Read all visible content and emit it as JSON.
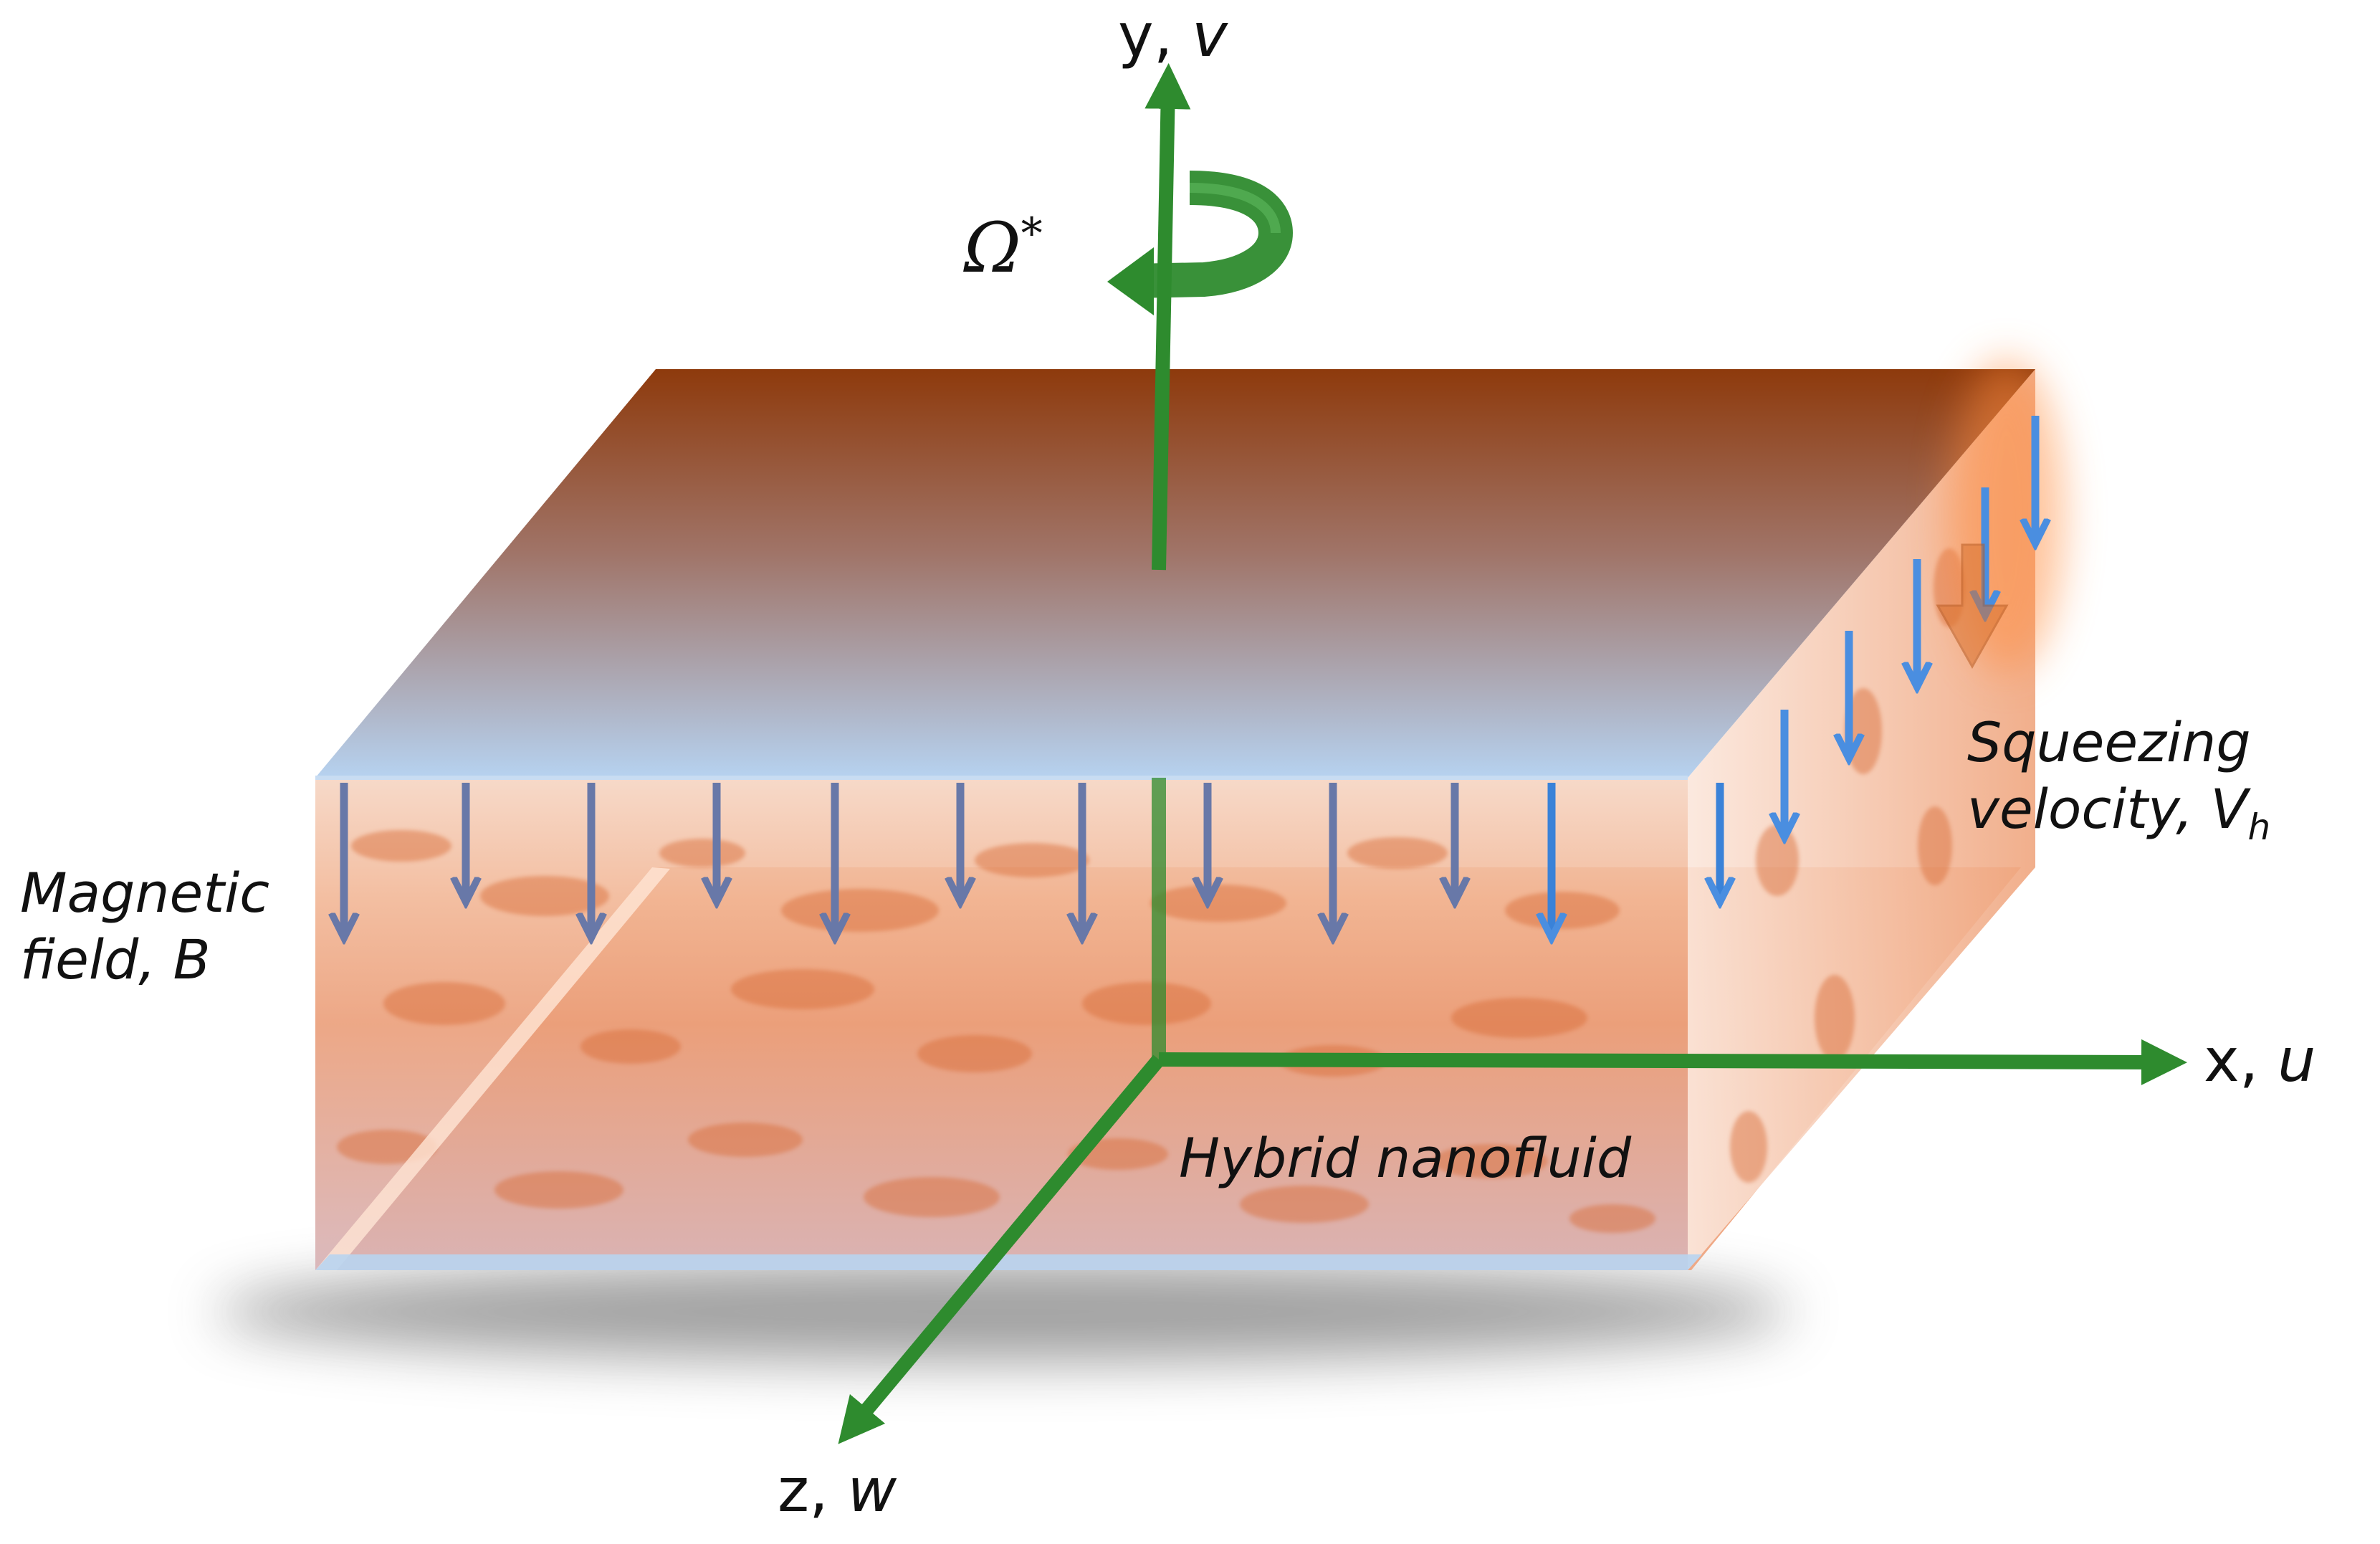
{
  "axes": {
    "y_name": "y, ",
    "y_var": "v",
    "x_name": "x, ",
    "x_var": "u",
    "z_name": "z, ",
    "z_var": "w"
  },
  "rotation": {
    "symbol": "Ω",
    "superscript": "*"
  },
  "annotations": {
    "magnetic_line1": "Magnetic",
    "magnetic_line2": "field, B",
    "squeeze_line1": "Squeezing",
    "squeeze_line2": "velocity, V",
    "squeeze_sub": "h",
    "fluid": "Hybrid nanofluid"
  },
  "colors": {
    "axis_green": "#2e8b2e",
    "field_arrow": "#6878a8",
    "squeeze_arrow": "#4a8ee0",
    "plate_top": "#8b3a10",
    "plate_bottom": "#b8d4f0",
    "fluid": "#e8844a"
  },
  "icons": {
    "rotation": "curved-arrow-icon",
    "axis": "arrow-icon"
  }
}
